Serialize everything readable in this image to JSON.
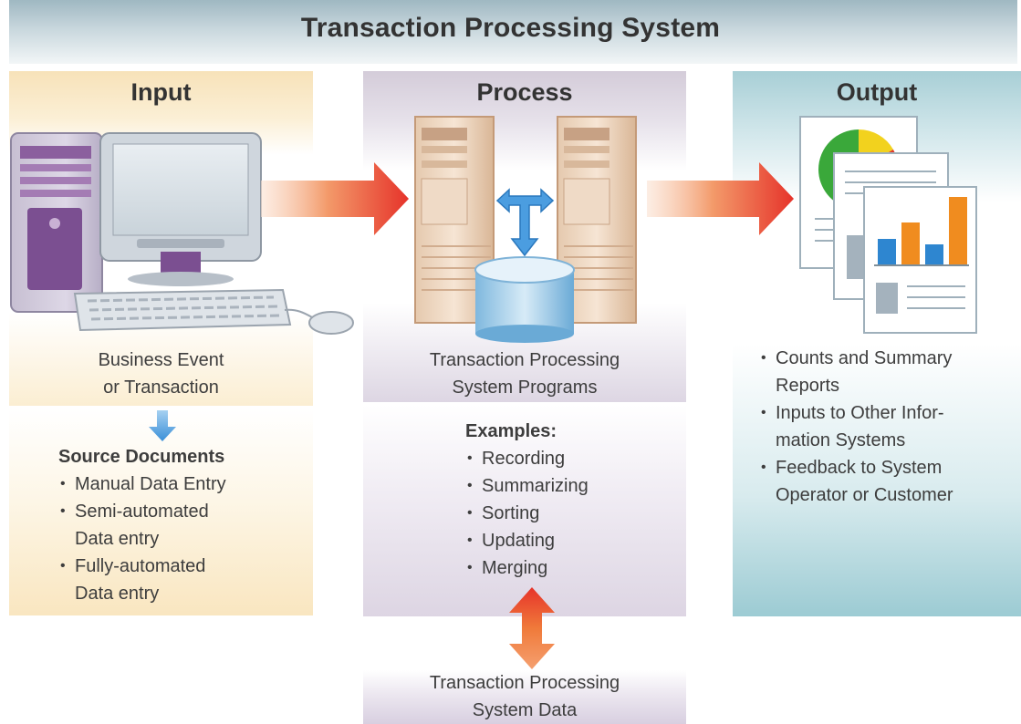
{
  "title": "Transaction Processing System",
  "input": {
    "heading": "Input",
    "caption_line1": "Business Event",
    "caption_line2": "or Transaction",
    "source_heading": "Source Documents",
    "source_items": [
      "Manual Data Entry",
      "Semi-automated",
      "Data entry",
      "Fully-automated",
      "Data entry"
    ]
  },
  "process": {
    "heading": "Process",
    "caption_line1": "Transaction Processing",
    "caption_line2": "System Programs",
    "examples_heading": "Examples:",
    "examples": [
      "Recording",
      "Summarizing",
      "Sorting",
      "Updating",
      "Merging"
    ],
    "data_line1": "Transaction Processing",
    "data_line2": "System Data"
  },
  "output": {
    "heading": "Output",
    "items": [
      "Counts and Summary",
      "Reports",
      "Inputs to Other Infor-",
      "mation Systems",
      "Feedback to System",
      "Operator or Customer"
    ]
  },
  "colors": {
    "arrow_red": "#e6332a",
    "arrow_orange": "#f07a3a",
    "arrow_blue": "#3a8fd8",
    "bar_blue": "#2e86d0",
    "bar_orange": "#f08c1f",
    "pie_green": "#3aa83a",
    "pie_yellow": "#f2d21e",
    "pie_red": "#e03a2a"
  }
}
